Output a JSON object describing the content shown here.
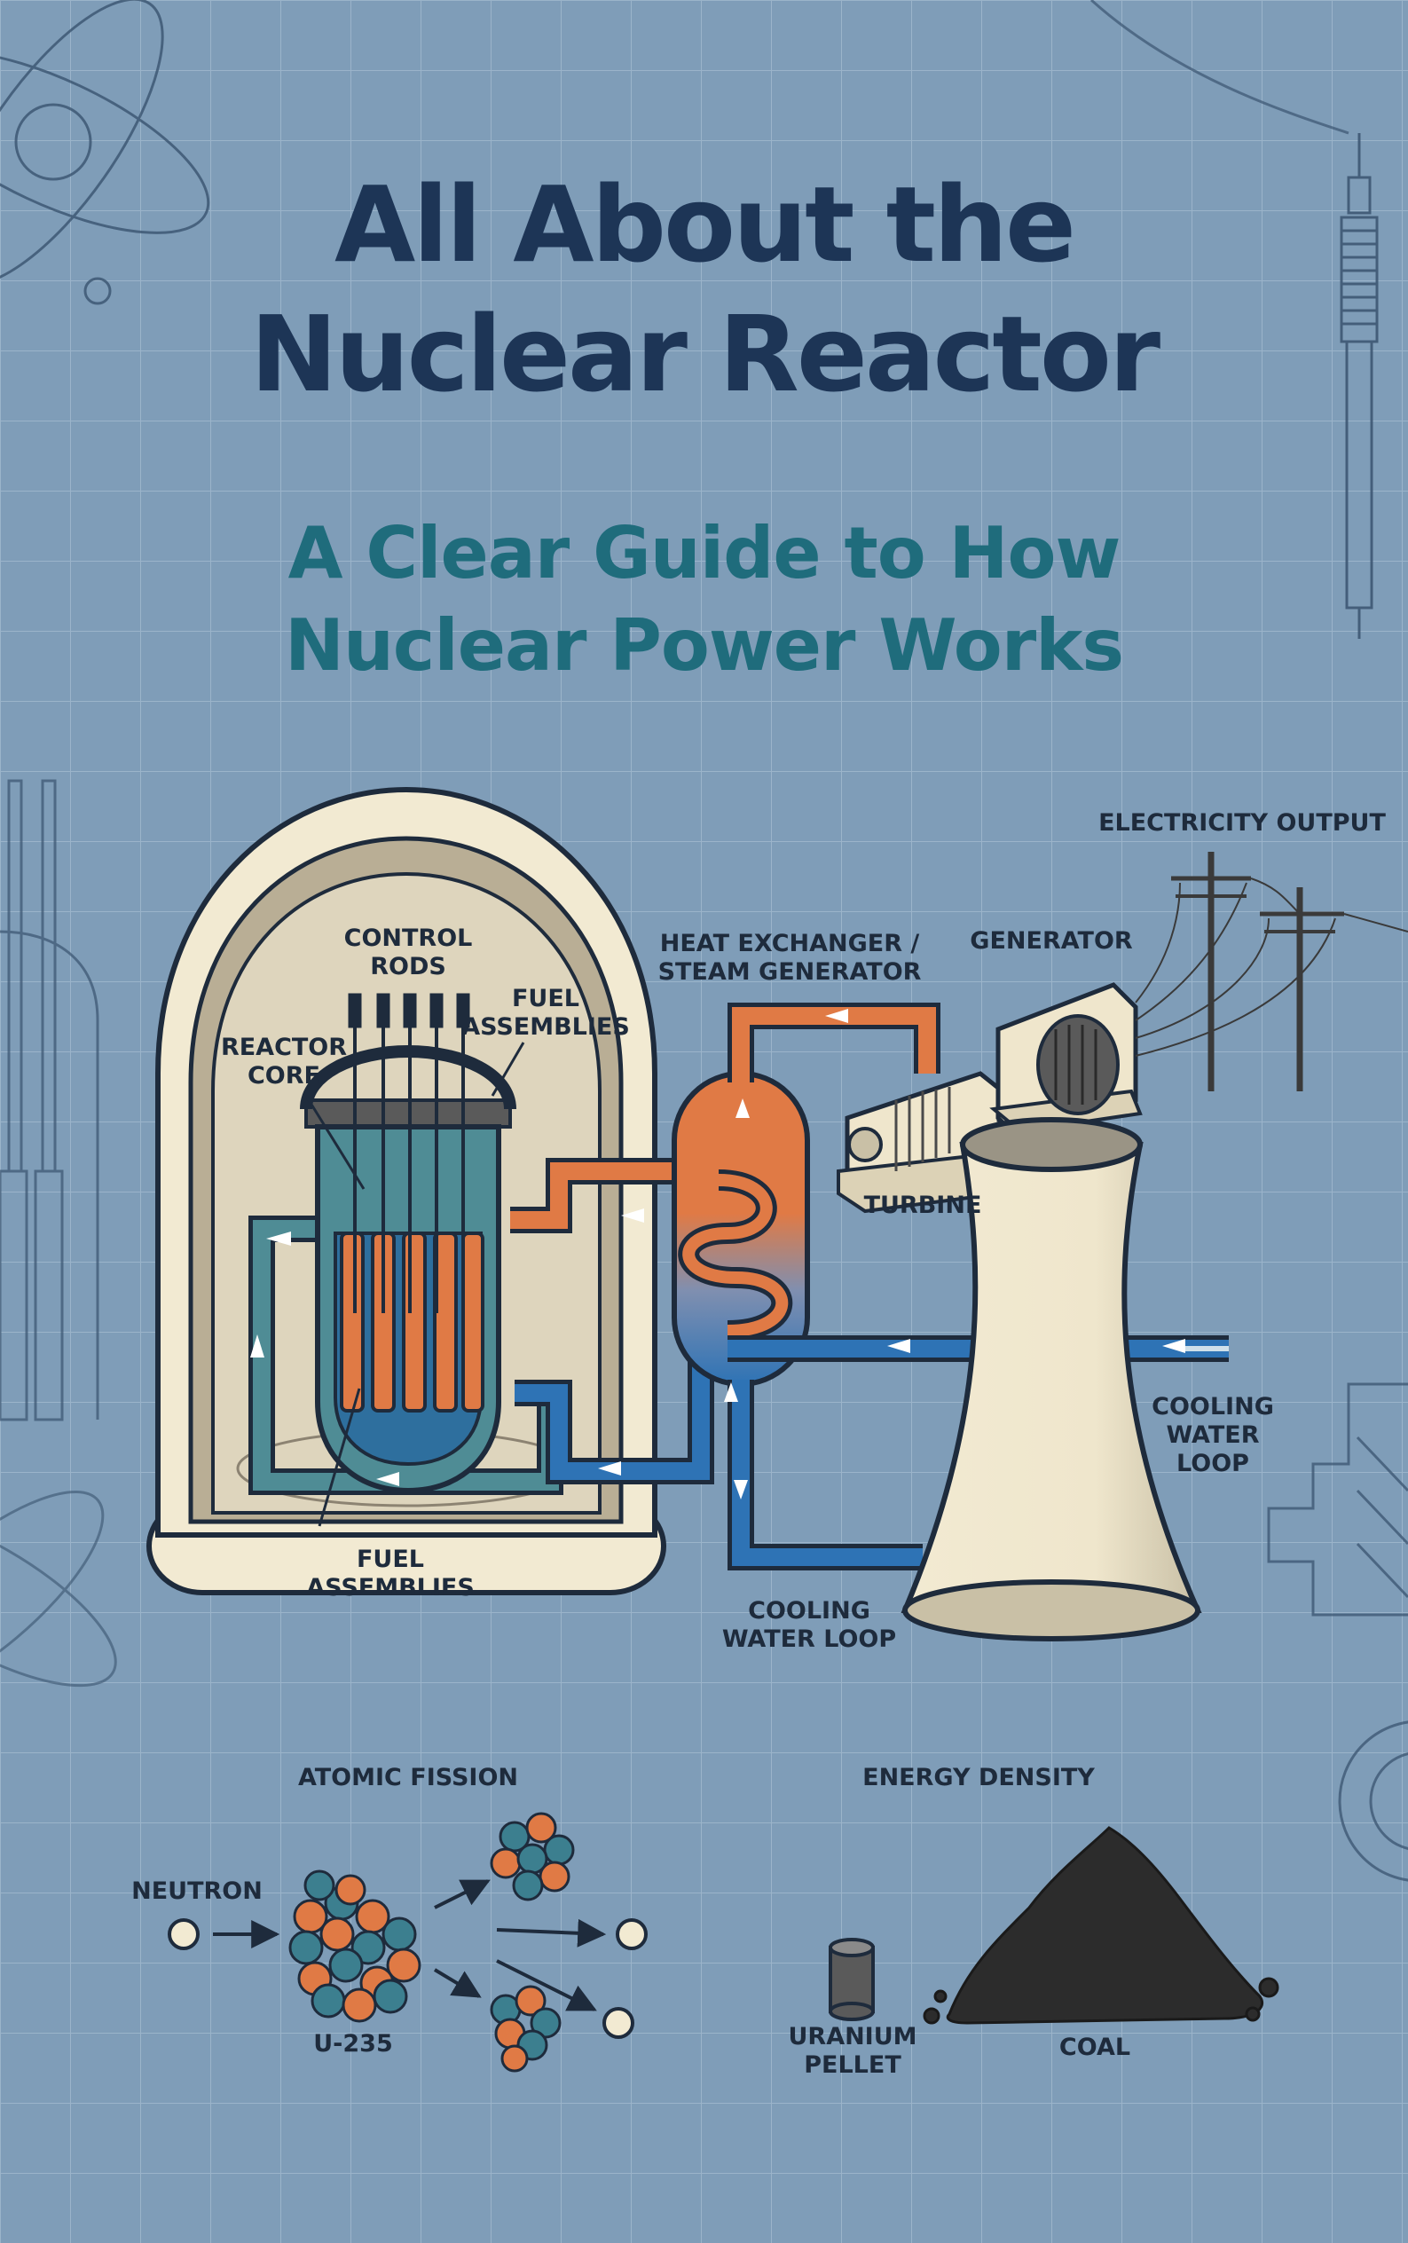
{
  "title": {
    "line1": "All About the",
    "line2": "Nuclear Reactor"
  },
  "subtitle": {
    "line1": "A Clear Guide to How",
    "line2": "Nuclear Power Works"
  },
  "labels": {
    "control_rods": "CONTROL\nRODS",
    "reactor_core": "REACTOR\nCORE",
    "fuel_assemblies_top": "FUEL\nASSEMBLIES",
    "fuel_assemblies_bottom": "FUEL\nASSEMBLIES",
    "heat_exchanger": "HEAT EXCHANGER /\nSTEAM GENERATOR",
    "generator": "GENERATOR",
    "electricity_output": "ELECTRICITY OUTPUT",
    "turbine": "TURBINE",
    "cooling_loop_right": "COOLING\nWATER\nLOOP",
    "cooling_loop_bottom": "COOLING\nWATER LOOP",
    "atomic_fission": "ATOMIC FISSION",
    "neutron": "NEUTRON",
    "u235": "U-235",
    "energy_density": "ENERGY DENSITY",
    "uranium_pellet": "URANIUM\nPELLET",
    "coal": "COAL"
  },
  "colors": {
    "background": "#7f9db8",
    "title": "#1d3556",
    "subtitle": "#1f6c7c",
    "hot_loop": "#e07a45",
    "cold_loop": "#2e73b5",
    "containment": "#f2ead2",
    "reactor_vessel": "#4f8c95",
    "fuel_rod": "#e07a45",
    "particle_teal": "#3c7f8f",
    "coal": "#2c2c2c"
  }
}
